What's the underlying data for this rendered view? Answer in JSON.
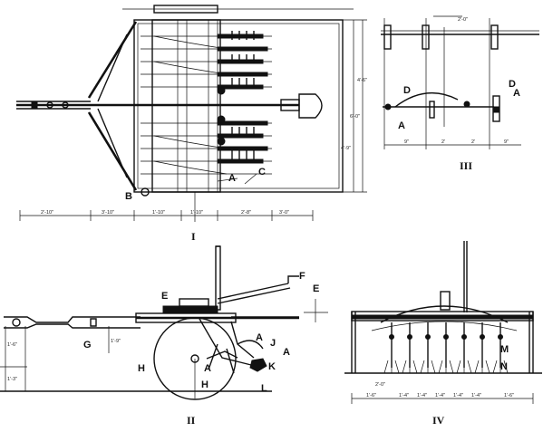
{
  "figures": {
    "I": {
      "roman": "I",
      "letters": {
        "A": "A",
        "B": "B",
        "C": "C"
      },
      "dims": [
        "2'-10\"",
        "3'-10\"",
        "1'-10\"",
        "1'-10\"",
        "2'-8\"",
        "3'-0\"",
        "4'-6\"",
        "6'-0\"",
        "4'-9\""
      ]
    },
    "II": {
      "roman": "II",
      "letters": {
        "A1": "A",
        "A2": "A",
        "A3": "A",
        "E1": "E",
        "E2": "E",
        "F": "F",
        "G": "G",
        "H1": "H",
        "H2": "H",
        "J": "J",
        "K": "K",
        "L": "L"
      },
      "dims": [
        "1'-6\"",
        "1'-3\"",
        "1'-9\""
      ]
    },
    "III": {
      "roman": "III",
      "letters": {
        "A1": "A",
        "A2": "A",
        "D1": "D",
        "D2": "D"
      },
      "dims": [
        "2'-0\"",
        "9\"",
        "2'",
        "2'",
        "9\""
      ]
    },
    "IV": {
      "roman": "IV",
      "letters": {
        "M": "M",
        "N": "N"
      },
      "dims": [
        "1'-6\"",
        "1'-4\"",
        "1'-4\"",
        "1'-4\"",
        "1'-4\"",
        "1'-4\"",
        "1'-6\"",
        "2'-0\""
      ]
    }
  }
}
